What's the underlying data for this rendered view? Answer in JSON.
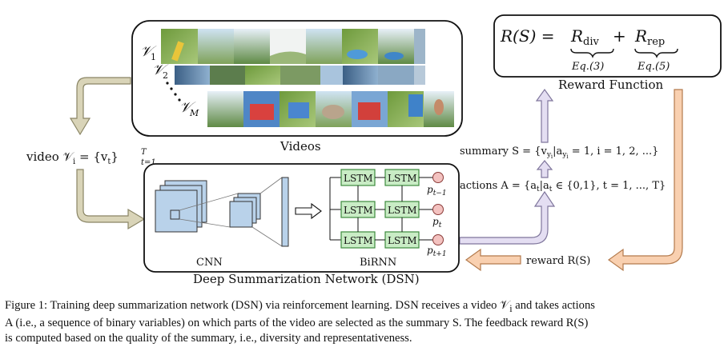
{
  "videos_panel": {
    "label_v1": "𝒱",
    "sub_1": "1",
    "label_v2": "𝒱",
    "sub_2": "2",
    "label_vm": "𝒱",
    "sub_m": "M",
    "title": "Videos"
  },
  "reward_function": {
    "lhs": "R(S) =",
    "rdiv_r": "R",
    "rdiv_sub": "div",
    "plus": "+",
    "rrep_r": "R",
    "rrep_sub": "rep",
    "eq3": "Eq.(3)",
    "eq5": "Eq.(5)",
    "title": "Reward Function"
  },
  "video_input": {
    "text": "video 𝒱",
    "sub": "i",
    "rhs": " = {v",
    "rhs_sub": "t",
    "rhs_close": "}",
    "sup": "T",
    "sub2": "t=1"
  },
  "dsn": {
    "lstm_label": "LSTM",
    "p_prev": "p",
    "p_prev_sub": "t−1",
    "p_curr": "p",
    "p_curr_sub": "t",
    "p_next": "p",
    "p_next_sub": "t+1",
    "cnn_label": "CNN",
    "birnn_label": "BiRNN",
    "title": "Deep Summarization Network (DSN)"
  },
  "rl_flow": {
    "summary_text": "summary S = {v",
    "summary_sub": "y",
    "summary_subsub": "i",
    "summary_mid": "|a",
    "summary_sub2": "y",
    "summary_subsub2": "i",
    "summary_end": " = 1, i = 1, 2, ...}",
    "actions_text": "actions A = {a",
    "actions_sub": "t",
    "actions_mid": "|a",
    "actions_sub2": "t",
    "actions_end": " ∈ {0,1}, t = 1, ..., T}",
    "reward_text": "reward R(S)"
  },
  "caption": {
    "line1": "Figure 1: Training deep summarization network (DSN) via reinforcement learning. DSN receives a video 𝒱",
    "line1_sub": "i",
    "line1_end": " and takes actions",
    "line2": "A (i.e., a sequence of binary variables) on which parts of the video are selected as the summary S. The feedback reward R(S)",
    "line3": "is computed based on the quality of the summary, i.e., diversity and representativeness."
  },
  "colors": {
    "lstm_fill": "#c9ecc5",
    "lstm_stroke": "#3d8a3d",
    "node_fill": "#f3c2c0",
    "cnn_fill": "#b9d2ea",
    "arrow_olive": "#d9d4b8",
    "arrow_orange": "#f9d0b0",
    "arrow_lavender": "#e4def2"
  }
}
